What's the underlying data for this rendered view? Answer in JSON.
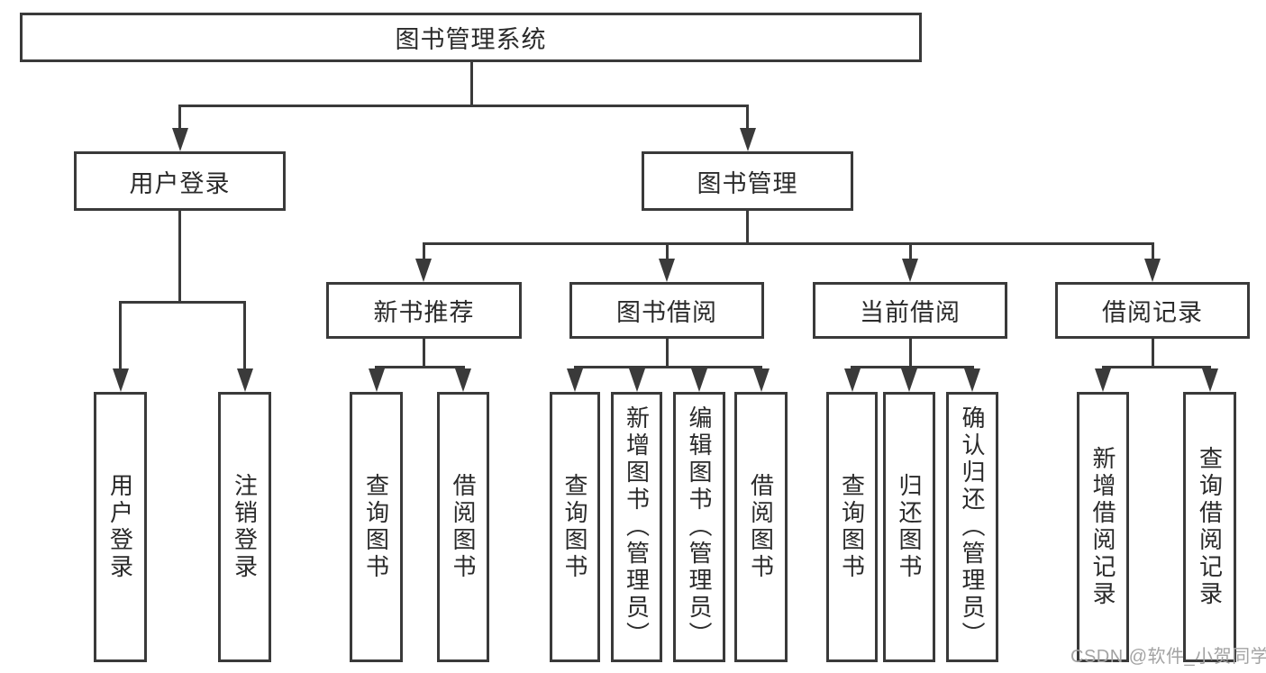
{
  "diagram": {
    "root": {
      "label": "图书管理系统"
    },
    "level2": [
      {
        "label": "用户登录"
      },
      {
        "label": "图书管理"
      }
    ],
    "level3": [
      {
        "label": "新书推荐"
      },
      {
        "label": "图书借阅"
      },
      {
        "label": "当前借阅"
      },
      {
        "label": "借阅记录"
      }
    ],
    "leaves": [
      {
        "label": "用户登录"
      },
      {
        "label": "注销登录"
      },
      {
        "label": "查询图书"
      },
      {
        "label": "借阅图书"
      },
      {
        "label": "查询图书"
      },
      {
        "label": "新增图书（管理员）"
      },
      {
        "label": "编辑图书（管理员）"
      },
      {
        "label": "借阅图书"
      },
      {
        "label": "查询图书"
      },
      {
        "label": "归还图书"
      },
      {
        "label": "确认归还（管理员）"
      },
      {
        "label": "新增借阅记录"
      },
      {
        "label": "查询借阅记录"
      }
    ],
    "watermark": "CSDN @软件_小贺同学",
    "colors": {
      "line": "#3a3a3a",
      "text": "#2a2a2a",
      "watermark": "#a3a3a3",
      "background": "#ffffff"
    }
  }
}
